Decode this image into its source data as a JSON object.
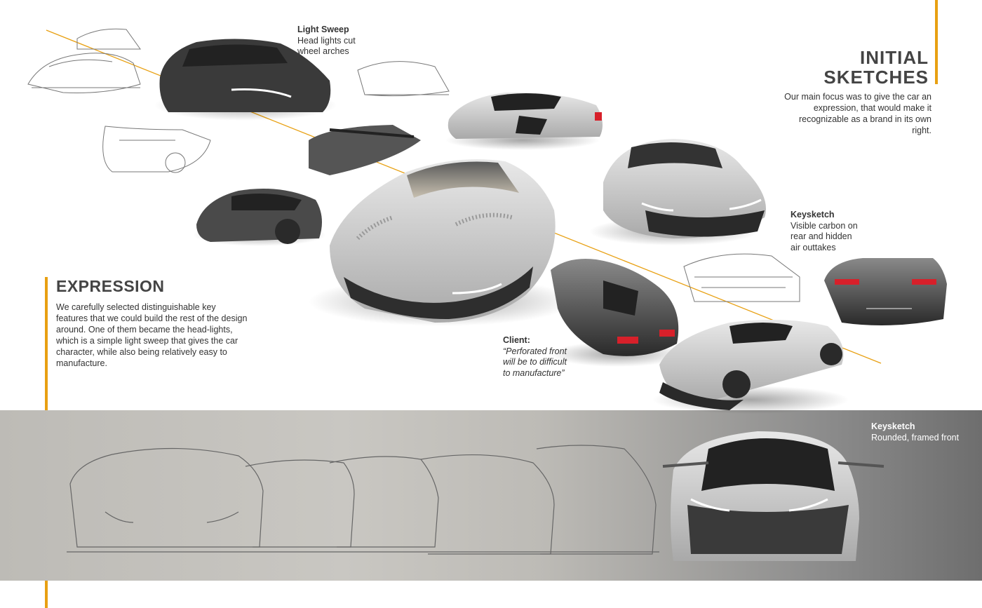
{
  "title": {
    "line1": "INITIAL",
    "line2": "SKETCHES"
  },
  "intro": "Our main focus was to give the car an expression, that would make it recognizable as a brand in its own right.",
  "notes": {
    "light_sweep": {
      "heading": "Light Sweep",
      "line1": "Head lights cut",
      "line2": "wheel arches"
    },
    "keysketch_rear": {
      "heading": "Keysketch",
      "line1": "Visible carbon on",
      "line2": "rear and hidden",
      "line3": "air outtakes"
    },
    "client": {
      "heading": "Client:",
      "line1": "“Perforated front",
      "line2": "will be to difficult",
      "line3": "to manufacture”"
    },
    "keysketch_front": {
      "heading": "Keysketch",
      "line1": "Rounded, framed front"
    }
  },
  "expression": {
    "title": "EXPRESSION",
    "body": "We carefully selected distinguishable key features that we could build the rest of the design around. One of them became the head-lights, which is a simple light sweep that gives the car character, while also being relatively easy to manufacture."
  },
  "colors": {
    "accent": "#e8a012",
    "band_light": "#c9c7c2",
    "band_dark": "#6e6e6e",
    "taillight": "#d7202a"
  }
}
